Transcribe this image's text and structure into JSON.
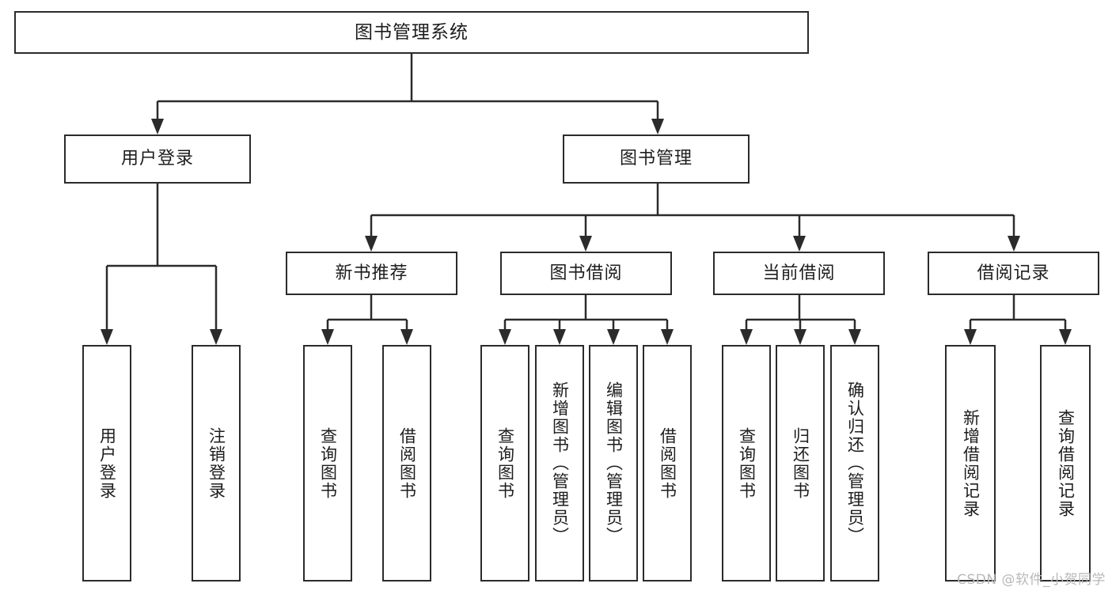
{
  "diagram": {
    "title": "图书管理系统",
    "type": "hierarchy-tree",
    "watermark": "CSDN @软件_小贺同学",
    "colors": {
      "stroke": "#2b2b2b",
      "fill": "#ffffff",
      "text": "#1d1d1d",
      "watermark": "#b8b8b8"
    }
  },
  "nodes": {
    "root": {
      "label": "图书管理系统"
    },
    "level2": [
      {
        "label": "用户登录"
      },
      {
        "label": "图书管理"
      }
    ],
    "level3": [
      {
        "label": "新书推荐"
      },
      {
        "label": "图书借阅"
      },
      {
        "label": "当前借阅"
      },
      {
        "label": "借阅记录"
      }
    ],
    "leaves": {
      "user_login": [
        {
          "label": "用户登录"
        },
        {
          "label": "注销登录"
        }
      ],
      "new_book_recommend": [
        {
          "label": "查询图书"
        },
        {
          "label": "借阅图书"
        }
      ],
      "book_borrow": [
        {
          "label": "查询图书"
        },
        {
          "label": "新增图书（管理员）"
        },
        {
          "label": "编辑图书（管理员）"
        },
        {
          "label": "借阅图书"
        }
      ],
      "current_borrow": [
        {
          "label": "查询图书"
        },
        {
          "label": "归还图书"
        },
        {
          "label": "确认归还（管理员）"
        }
      ],
      "borrow_record": [
        {
          "label": "新增借阅记录"
        },
        {
          "label": "查询借阅记录"
        }
      ]
    }
  }
}
